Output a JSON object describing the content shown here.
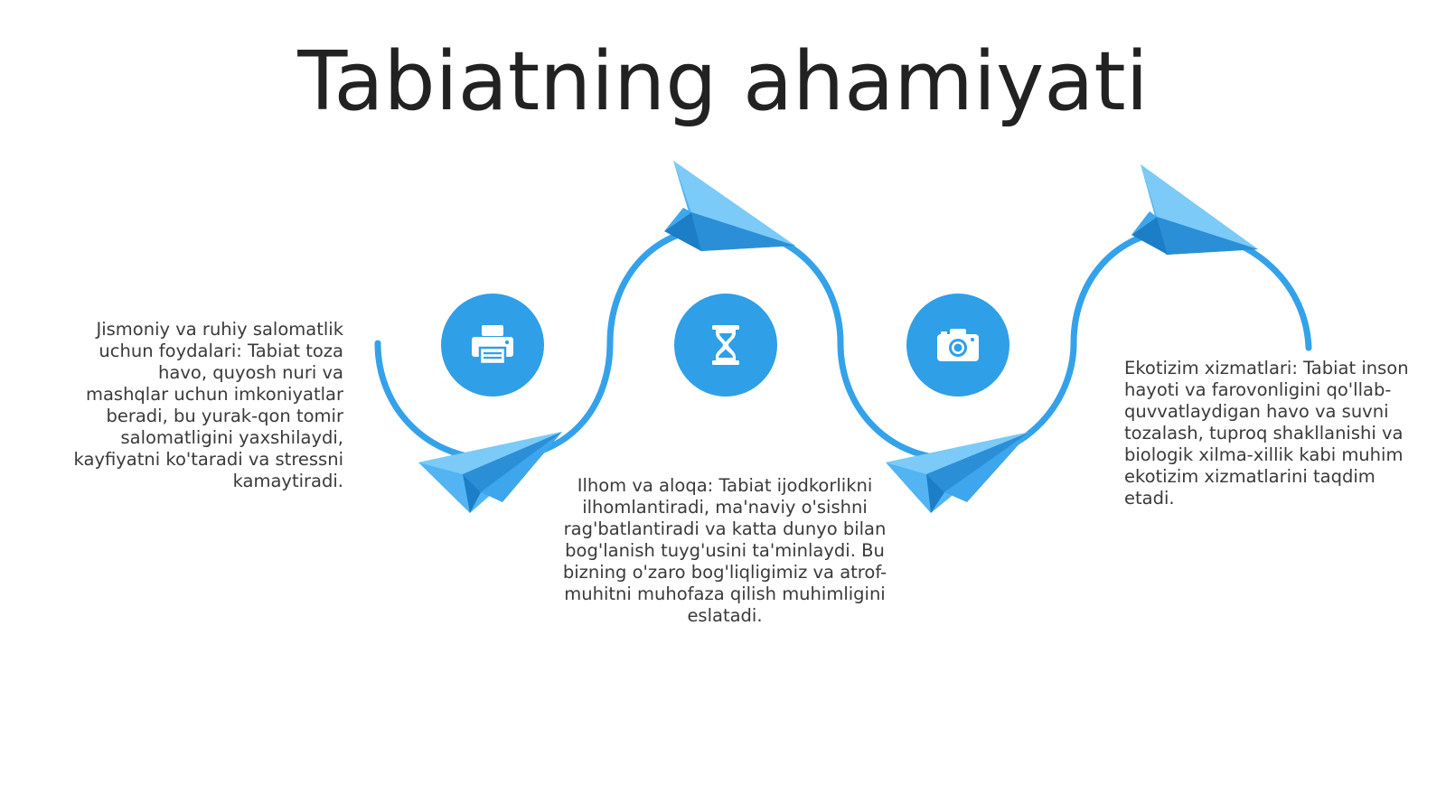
{
  "title": "Tabiatning ahamiyati",
  "accent_color": "#2f9fe8",
  "circles": [
    {
      "icon": "printer-icon"
    },
    {
      "icon": "hourglass-icon"
    },
    {
      "icon": "camera-icon"
    }
  ],
  "items": [
    {
      "text": "Jismoniy va ruhiy salomatlik uchun foydalari: Tabiat toza havo, quyosh nuri va mashqlar uchun imkoniyatlar beradi, bu yurak-qon tomir salomatligini yaxshilaydi, kayfiyatni ko'taradi va stressni kamaytiradi."
    },
    {
      "text": "Ilhom va aloqa: Tabiat ijodkorlikni ilhomlantiradi, ma'naviy o'sishni rag'batlantiradi va katta dunyo bilan bog'lanish tuyg'usini ta'minlaydi. Bu bizning o'zaro bog'liqligimiz va atrof-muhitni muhofaza qilish muhimligini eslatadi."
    },
    {
      "text": "Ekotizim xizmatlari: Tabiat inson hayoti va farovonligini qo'llab-quvvatlaydigan havo va suvni tozalash, tuproq shakllanishi va biologik xilma-xillik kabi muhim ekotizim xizmatlarini taqdim etadi."
    }
  ]
}
